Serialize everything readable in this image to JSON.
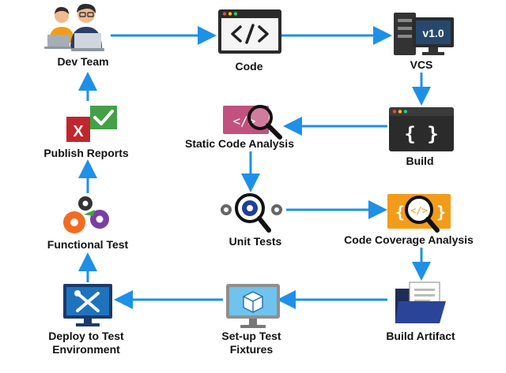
{
  "nodes": {
    "dev_team": "Dev Team",
    "code": "Code",
    "vcs": "VCS",
    "vcs_badge": "v1.0",
    "build": "Build",
    "static_code_analysis": "Static Code Analysis",
    "unit_tests": "Unit Tests",
    "code_coverage_analysis": "Code Coverage Analysis",
    "build_artifact": "Build Artifact",
    "setup_test_fixtures_line1": "Set-up Test",
    "setup_test_fixtures_line2": "Fixtures",
    "deploy_line1": "Deploy to Test",
    "deploy_line2": "Environment",
    "functional_test": "Functional Test",
    "publish_reports": "Publish Reports"
  },
  "icons": {
    "dev_team": "developers-icon",
    "code": "code-window-icon",
    "vcs": "server-version-icon",
    "build": "build-window-icon",
    "static_code_analysis": "code-magnifier-icon",
    "unit_tests": "gear-magnifier-icon",
    "code_coverage_analysis": "coverage-magnifier-icon",
    "build_artifact": "folder-document-icon",
    "setup_test_fixtures": "monitor-box-icon",
    "deploy": "tools-monitor-icon",
    "functional_test": "gears-icon",
    "publish_reports": "report-check-icon"
  },
  "colors": {
    "arrow": "#1e90e8",
    "code_pink": "#c2517f",
    "coverage_orange": "#f39c19",
    "dark_window": "#2b2b2b",
    "deploy_navy": "#1b3a6b",
    "excel_red": "#c0262d",
    "check_green": "#43a047"
  }
}
